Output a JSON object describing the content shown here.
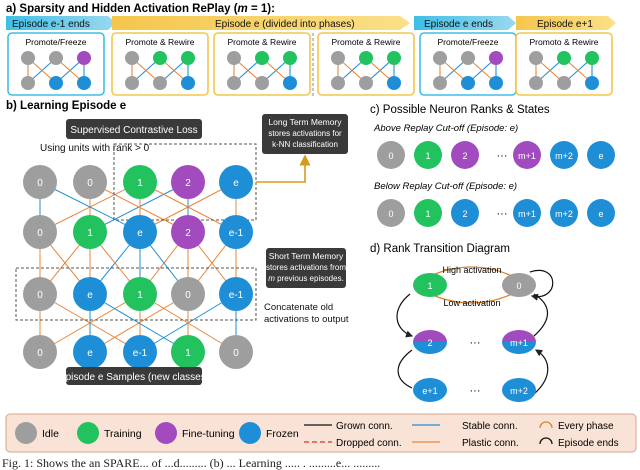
{
  "section_a": {
    "title": "a) Sparsity and Hidden Activation RePlay (",
    "title_m": "m",
    "title_eq": " = 1",
    "title_end": "):",
    "arrows": [
      "Episode e-1 ends",
      "Episode e (divided into phases)",
      "Episode e ends",
      "Episode e+1"
    ],
    "boxes": [
      "Promote/Freeze",
      "Promote & Rewire",
      "Promote & Rewire",
      "Promote & Rewire",
      "Promote/Freeze",
      "Promoto & Rewire"
    ]
  },
  "section_b": {
    "title": "b) Learning Episode e",
    "loss_label": "Supervised Contrastive Loss",
    "rank_note": "Using units with rank > 0",
    "ltm_title": "Long Term Memory",
    "ltm_line1": "stores activations for",
    "ltm_line2": "k-NN classification",
    "stm_title": "Short Term Memory",
    "stm_line1": "stores activations from",
    "stm_line2_m": "m",
    "stm_line2_rest": " previous episodes.",
    "concat_line1": "Concatenate old",
    "concat_line2": "activations to output",
    "samples_label": "Episode e Samples (new classes)",
    "rows": [
      [
        "0",
        "0",
        "1",
        "2",
        "e"
      ],
      [
        "0",
        "1",
        "e",
        "2",
        "e-1"
      ],
      [
        "0",
        "e",
        "1",
        "0",
        "e-1"
      ],
      [
        "0",
        "e",
        "e-1",
        "1",
        "0"
      ]
    ]
  },
  "section_c": {
    "title": "c) Possible Neuron Ranks & States",
    "above_label": "Above Replay Cut-off (Episode: e)",
    "below_label": "Below Replay Cut-off (Episode: e)",
    "above_row": [
      "0",
      "1",
      "2",
      "···",
      "m+1",
      "m+2",
      "e"
    ],
    "below_row": [
      "0",
      "1",
      "2",
      "···",
      "m+1",
      "m+2",
      "e"
    ]
  },
  "section_d": {
    "title": "d) Rank Transition Diagram",
    "high_label": "High activation",
    "low_label": "Low activation",
    "nodes": [
      "1",
      "0",
      "2",
      "···",
      "m+1",
      "e+1",
      "···",
      "m+2"
    ]
  },
  "legend": {
    "states": [
      "Idle",
      "Training",
      "Fine-tuning",
      "Frozen"
    ],
    "lines": [
      "Grown conn.",
      "Dropped conn.",
      "Stable conn.",
      "Plastic conn."
    ],
    "loops": [
      "Every phase",
      "Episode ends"
    ]
  },
  "caption": "Fig. 1: Shows the an SPARE... of ...d......... (b) ... Learning ..... . .........e... ........."
}
